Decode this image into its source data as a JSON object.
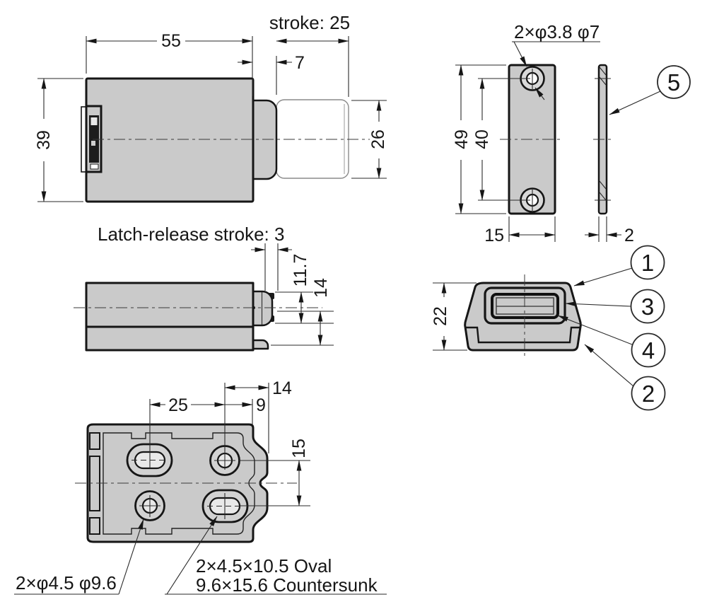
{
  "colors": {
    "body_fill": "#cacaca",
    "line": "#161616",
    "background": "#ffffff"
  },
  "side_view": {
    "dim_body_width": "55",
    "dim_plunger_protrusion": "7",
    "dim_stroke": "stroke: 25",
    "dim_body_height": "39",
    "dim_plunger_height": "26"
  },
  "plate_view": {
    "callout_holes": "2×φ3.8  φ7",
    "dim_height": "49",
    "dim_hole_spacing": "40",
    "dim_width": "15",
    "dim_thickness": "2"
  },
  "top_view": {
    "label_latch_stroke": "Latch-release stroke: 3",
    "dim_tip": "11.7",
    "dim_nose": "14"
  },
  "front_view": {
    "dim_height": "22"
  },
  "bottom_view": {
    "dim_hole_pitch": "25",
    "dim_edge": "9",
    "dim_nose": "14",
    "dim_row_pitch": "15",
    "callout_round_holes": "2×φ4.5  φ9.6",
    "callout_oval_line1": "2×4.5×10.5 Oval",
    "callout_oval_line2": "9.6×15.6 Countersunk"
  },
  "balloons": {
    "b1": "1",
    "b2": "2",
    "b3": "3",
    "b4": "4",
    "b5": "5"
  }
}
